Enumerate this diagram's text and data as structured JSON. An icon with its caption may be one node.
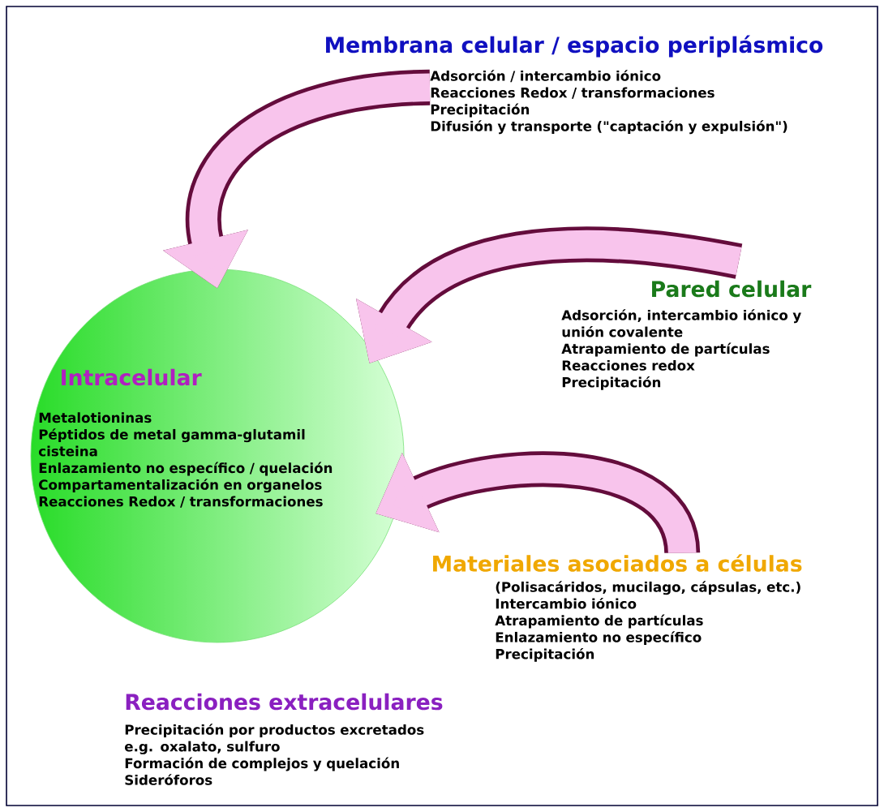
{
  "diagram": {
    "nodes": [
      {
        "text": [
          "Intracelular",
          "Metalotioninas",
          "Péptidos de metal gamma-glutamil cisteina",
          "Enlazamiento no específico / quelación",
          "Compartamentalización en organelos",
          "Reacciones Redox / transformaciones"
        ]
      },
      {
        "text": [
          "Membrana celular / espacio periplásmico",
          "Adsorción / intercambio iónico",
          "Reacciones Redox / transformaciones",
          "Precipitación",
          "Difusión y transporte (\"captación y expulsión\")"
        ]
      },
      {
        "text": [
          "Pared celular",
          "Adsorción, intercambio iónico y unión covalente",
          "Atrapamiento de partículas",
          "Reacciones redox",
          "Precipitación"
        ]
      },
      {
        "text": [
          "Materiales asociados a células",
          "(Polisacáridos, mucilago, cápsulas, etc.)",
          "Intercambio iónico",
          "Atrapamiento de partículas",
          "Enlazamiento no específico",
          "Precipitación"
        ]
      }
    ],
    "edges": [
      {
        "from": 1,
        "to": 0,
        "arrow": "to"
      },
      {
        "from": 2,
        "to": 0,
        "arrow": "to"
      },
      {
        "from": 3,
        "to": 0,
        "arrow": "to"
      }
    ],
    "labels": [
      "Reacciones extracelulares",
      "Precipitación por productos excretados e.g. oxalato, sulfuro",
      "Formación de complejos y quelación",
      "Sideróforos"
    ]
  }
}
